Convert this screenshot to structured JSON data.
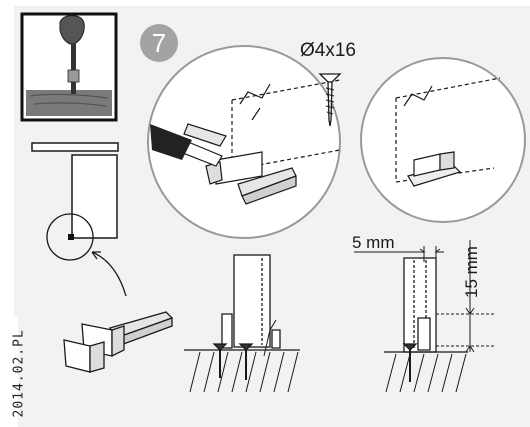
{
  "step": {
    "number": "7"
  },
  "screw": {
    "spec": "Ø4x16"
  },
  "dimensions": {
    "gap": "5 mm",
    "height": "15 mm"
  },
  "side_label": "2014.02.PL",
  "colors": {
    "panel_background": "#f2f2f2",
    "step_badge": "#a3a3a3",
    "line": "#1a1a1a",
    "wood": "#d9d9d9"
  }
}
